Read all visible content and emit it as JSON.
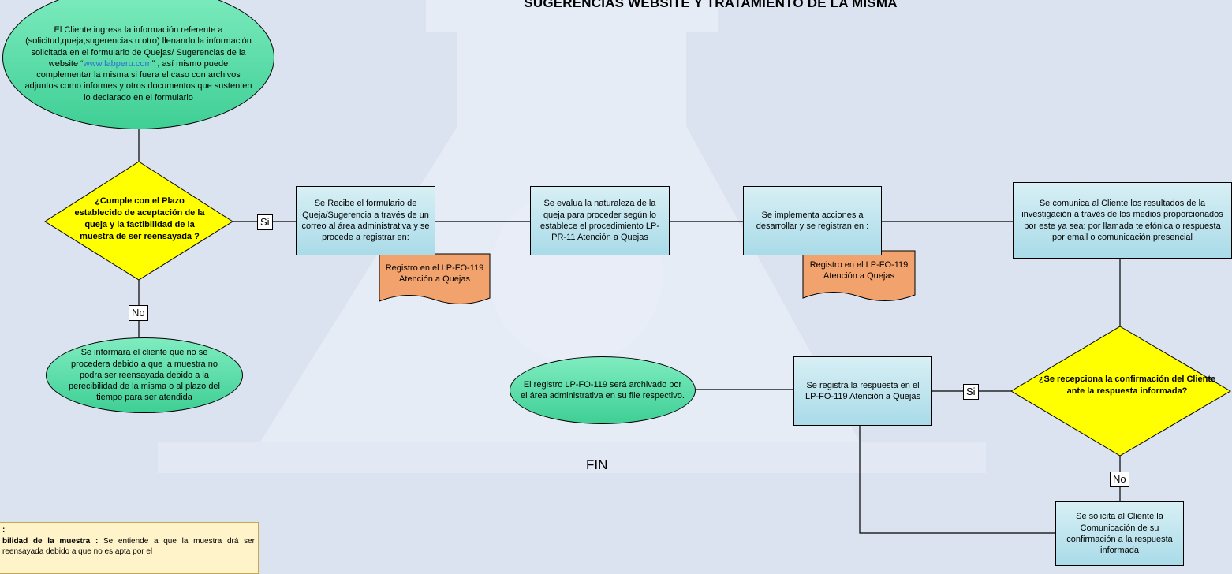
{
  "title": "SUGERENCIAS WEBSITE  Y TRATAMIENTO DE LA MISMA",
  "start": {
    "text_before": "El Cliente ingresa la información referente a (solicitud,queja,sugerencias u otro) llenando la información solicitada en el formulario de Quejas/ Sugerencias de la website “",
    "link": "www.labperu.com",
    "text_after": "” , así mismo puede complementar la misma si fuera el caso con archivos adjuntos como informes y otros documentos que sustenten lo declarado en el formulario"
  },
  "decision1": "¿Cumple con el Plazo establecido de aceptación de la queja y la factibilidad de la muestra de ser reensayada ?",
  "labels": {
    "si1": "Si",
    "no1": "No",
    "si2": "Si",
    "no2": "No"
  },
  "reject": "Se informara el cliente que no se procedera debido a que la muestra no podra ser reensayada debido a la perecibilidad de la misma o al plazo del tiempo para ser atendida",
  "step1": "Se Recibe  el formulario de Queja/Sugerencia  a través de un correo al área administrativa  y se procede a registrar en:",
  "doc1": "Registro en el LP-FO-119 Atención a Quejas",
  "step2": "Se evalua la naturaleza de la queja para proceder según lo establece el procedimiento LP-PR-11 Atención a Quejas",
  "step3": "Se implementa acciones  a desarrollar y se registran en :",
  "doc2": "Registro en el LP-FO-119 Atención a Quejas",
  "step4": "Se comunica al Cliente los resultados de la investigación a través de los medios proporcionados por este ya sea: por llamada telefónica o respuesta por email o comunicación presencial",
  "decision2": "¿Se recepciona la confirmación del Cliente ante la respuesta informada?",
  "step5": "Se registra la respuesta en el LP-FO-119 Atención a Quejas",
  "end": "El registro LP-FO-119 será archivado por el área administrativa en su file respectivo.",
  "fin": "FIN",
  "step6": "Se solicita al Cliente la Comunicación de su confirmación a la respuesta informada",
  "note": {
    "head": ":",
    "term": "bilidad de la muestra :",
    "text": " Se entiende a que la muestra drá ser reensayada debido a que no es apta por el"
  },
  "colors": {
    "background": "#dbe3f1",
    "oval": "#3fcf95",
    "process": "#a9dbe8",
    "document": "#f2a26c",
    "decision": "#ffff00"
  }
}
